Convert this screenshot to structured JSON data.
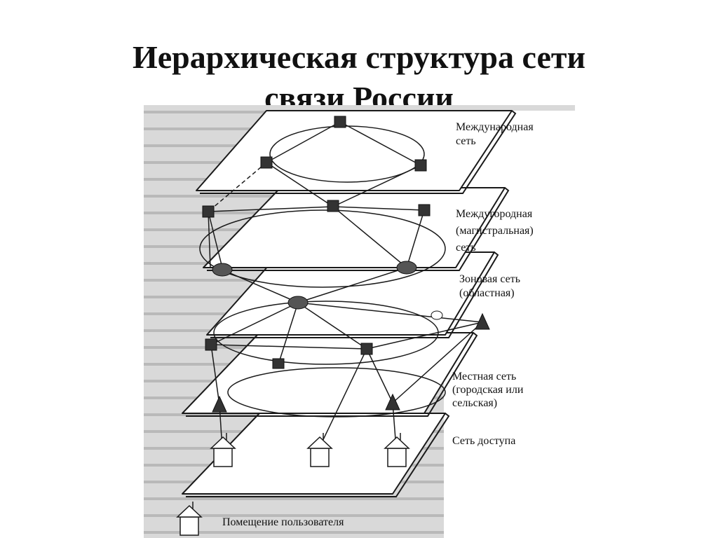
{
  "slide": {
    "title_line1": "Иерархическая структура сети",
    "title_line2": "связи России"
  },
  "levels": [
    {
      "id": "international",
      "lines": [
        "Международная",
        "сеть"
      ]
    },
    {
      "id": "long-distance",
      "lines": [
        "Междугородная",
        "(магистральная)",
        "сеть"
      ]
    },
    {
      "id": "zonal",
      "lines": [
        "Зоновая сеть",
        "(областная)"
      ]
    },
    {
      "id": "local",
      "lines": [
        "Местная сеть",
        "(городская или",
        "сельская)"
      ]
    },
    {
      "id": "access",
      "lines": [
        "Сеть доступа"
      ]
    }
  ],
  "user_premises": {
    "label": "Помещение пользователя"
  },
  "colors": {
    "background": "#ffffff",
    "figure_bg": "#d9d9d9",
    "ink": "#1a1a1a",
    "node_fill": "#333333"
  }
}
